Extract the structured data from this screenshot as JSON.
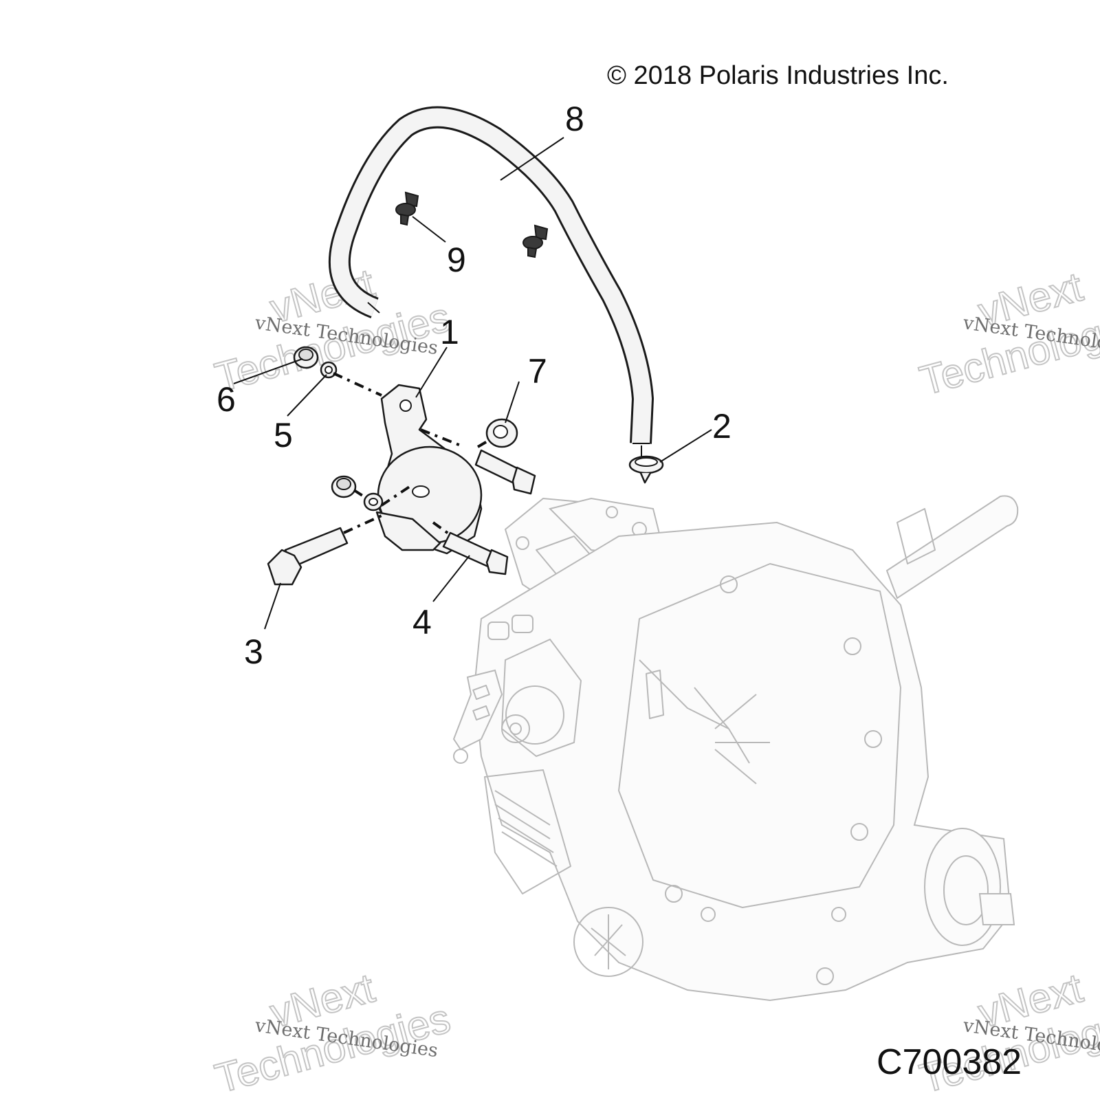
{
  "copyright": "© 2018 Polaris Industries Inc.",
  "drawing_number": "C700382",
  "watermark": {
    "line_small": "vNext Technologies",
    "line_big_1": "vNext",
    "line_big_2": "Technologies"
  },
  "callouts": [
    {
      "id": "1",
      "label": "1"
    },
    {
      "id": "2",
      "label": "2"
    },
    {
      "id": "3",
      "label": "3"
    },
    {
      "id": "4",
      "label": "4"
    },
    {
      "id": "5",
      "label": "5"
    },
    {
      "id": "6",
      "label": "6"
    },
    {
      "id": "7",
      "label": "7"
    },
    {
      "id": "8",
      "label": "8"
    },
    {
      "id": "9",
      "label": "9"
    }
  ]
}
